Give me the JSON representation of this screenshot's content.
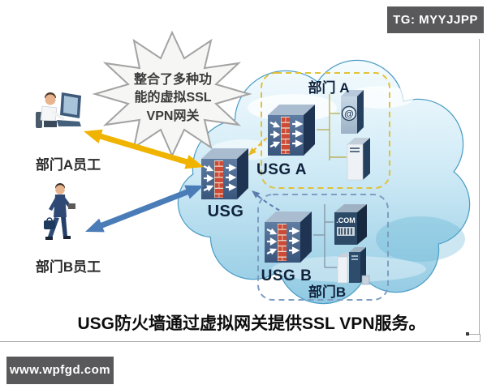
{
  "watermarks": {
    "top_right": "TG: MYYJJPP",
    "bottom_left": "www.wpfgd.com"
  },
  "callout": {
    "text": "整合了多种功\n能的虚拟SSL\nVPN网关"
  },
  "users": {
    "a": {
      "label": "部门A员工"
    },
    "b": {
      "label": "部门B员工"
    }
  },
  "network": {
    "usg": {
      "label": "USG"
    },
    "dept_a": {
      "title": "部门 A",
      "usg_label": "USG A",
      "mail_glyph": "@"
    },
    "dept_b": {
      "title": "部门B",
      "usg_label": "USG B",
      "web_label": ".COM"
    }
  },
  "caption": {
    "text": "USG防火墙通过虚拟网关提供SSL VPN服务。"
  },
  "colors": {
    "arrow_dept_a": "#f0b400",
    "arrow_dept_b": "#4a7cb8",
    "dept_a_border": "#e2c235",
    "dept_b_border": "#7e9dc2",
    "cloud_fill": "#cfeaf6",
    "cloud_stroke": "#4e9ec6",
    "firewall_brick": "#cd4a36",
    "badge_bg": "#59595b"
  }
}
